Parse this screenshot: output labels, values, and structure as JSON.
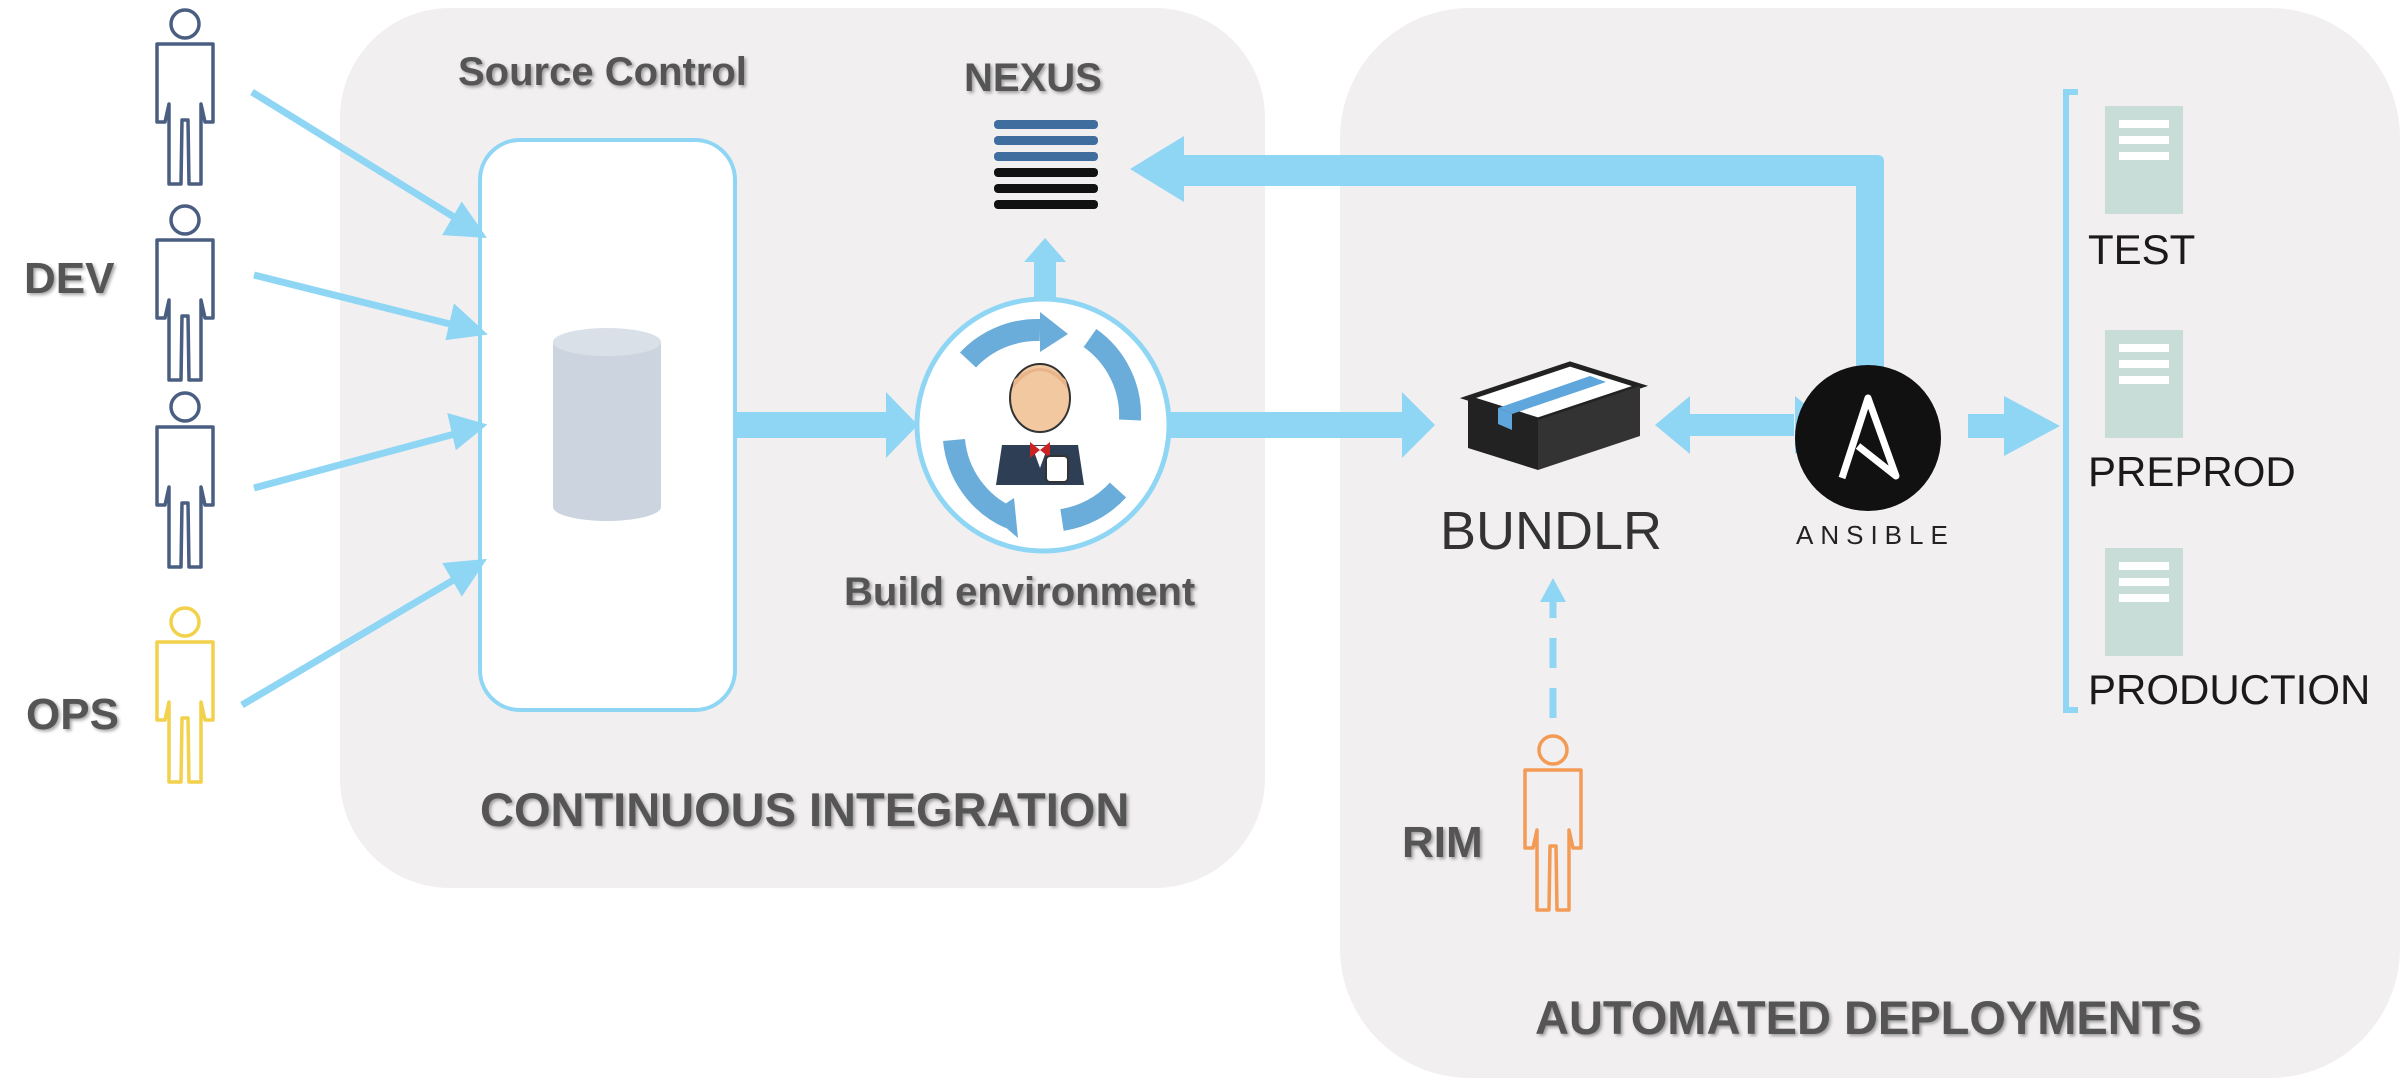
{
  "diagram": {
    "colors": {
      "arrow": "#8fd6f5",
      "panel": "#f2eff0",
      "dev_person": "#4a5e82",
      "ops_person": "#f2d14b",
      "rim_person": "#f39a55",
      "server": "#c9ddd8",
      "nexus_blue": "#3f6d9e",
      "nexus_black": "#111111"
    },
    "actors": {
      "dev_label": "DEV",
      "ops_label": "OPS",
      "rim_label": "RIM"
    },
    "ci": {
      "title": "CONTINUOUS INTEGRATION",
      "source_control": "Source Control",
      "build_env": "Build environment",
      "nexus": "NEXUS"
    },
    "deploy": {
      "title": "AUTOMATED DEPLOYMENTS",
      "bundlr": "BUNDLR",
      "ansible": "ANSIBLE",
      "ansible_letter": "A",
      "envs": [
        "TEST",
        "PREPROD",
        "PRODUCTION"
      ]
    }
  }
}
